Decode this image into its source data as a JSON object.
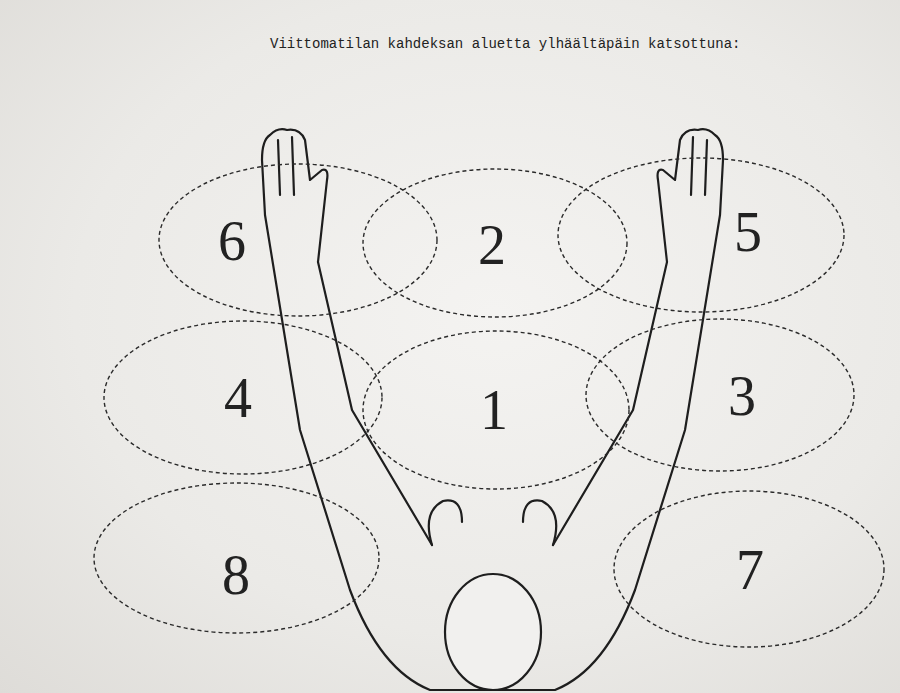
{
  "diagram": {
    "title": "Viittomatilan kahdeksan aluetta ylhäältäpäin katsottuna:",
    "nodes": [
      {
        "text": [
          "6"
        ]
      },
      {
        "text": [
          "2"
        ]
      },
      {
        "text": [
          "5"
        ]
      },
      {
        "text": [
          "4"
        ]
      },
      {
        "text": [
          "1"
        ]
      },
      {
        "text": [
          "3"
        ]
      },
      {
        "text": [
          "8"
        ]
      },
      {
        "text": [
          "7"
        ]
      }
    ]
  }
}
